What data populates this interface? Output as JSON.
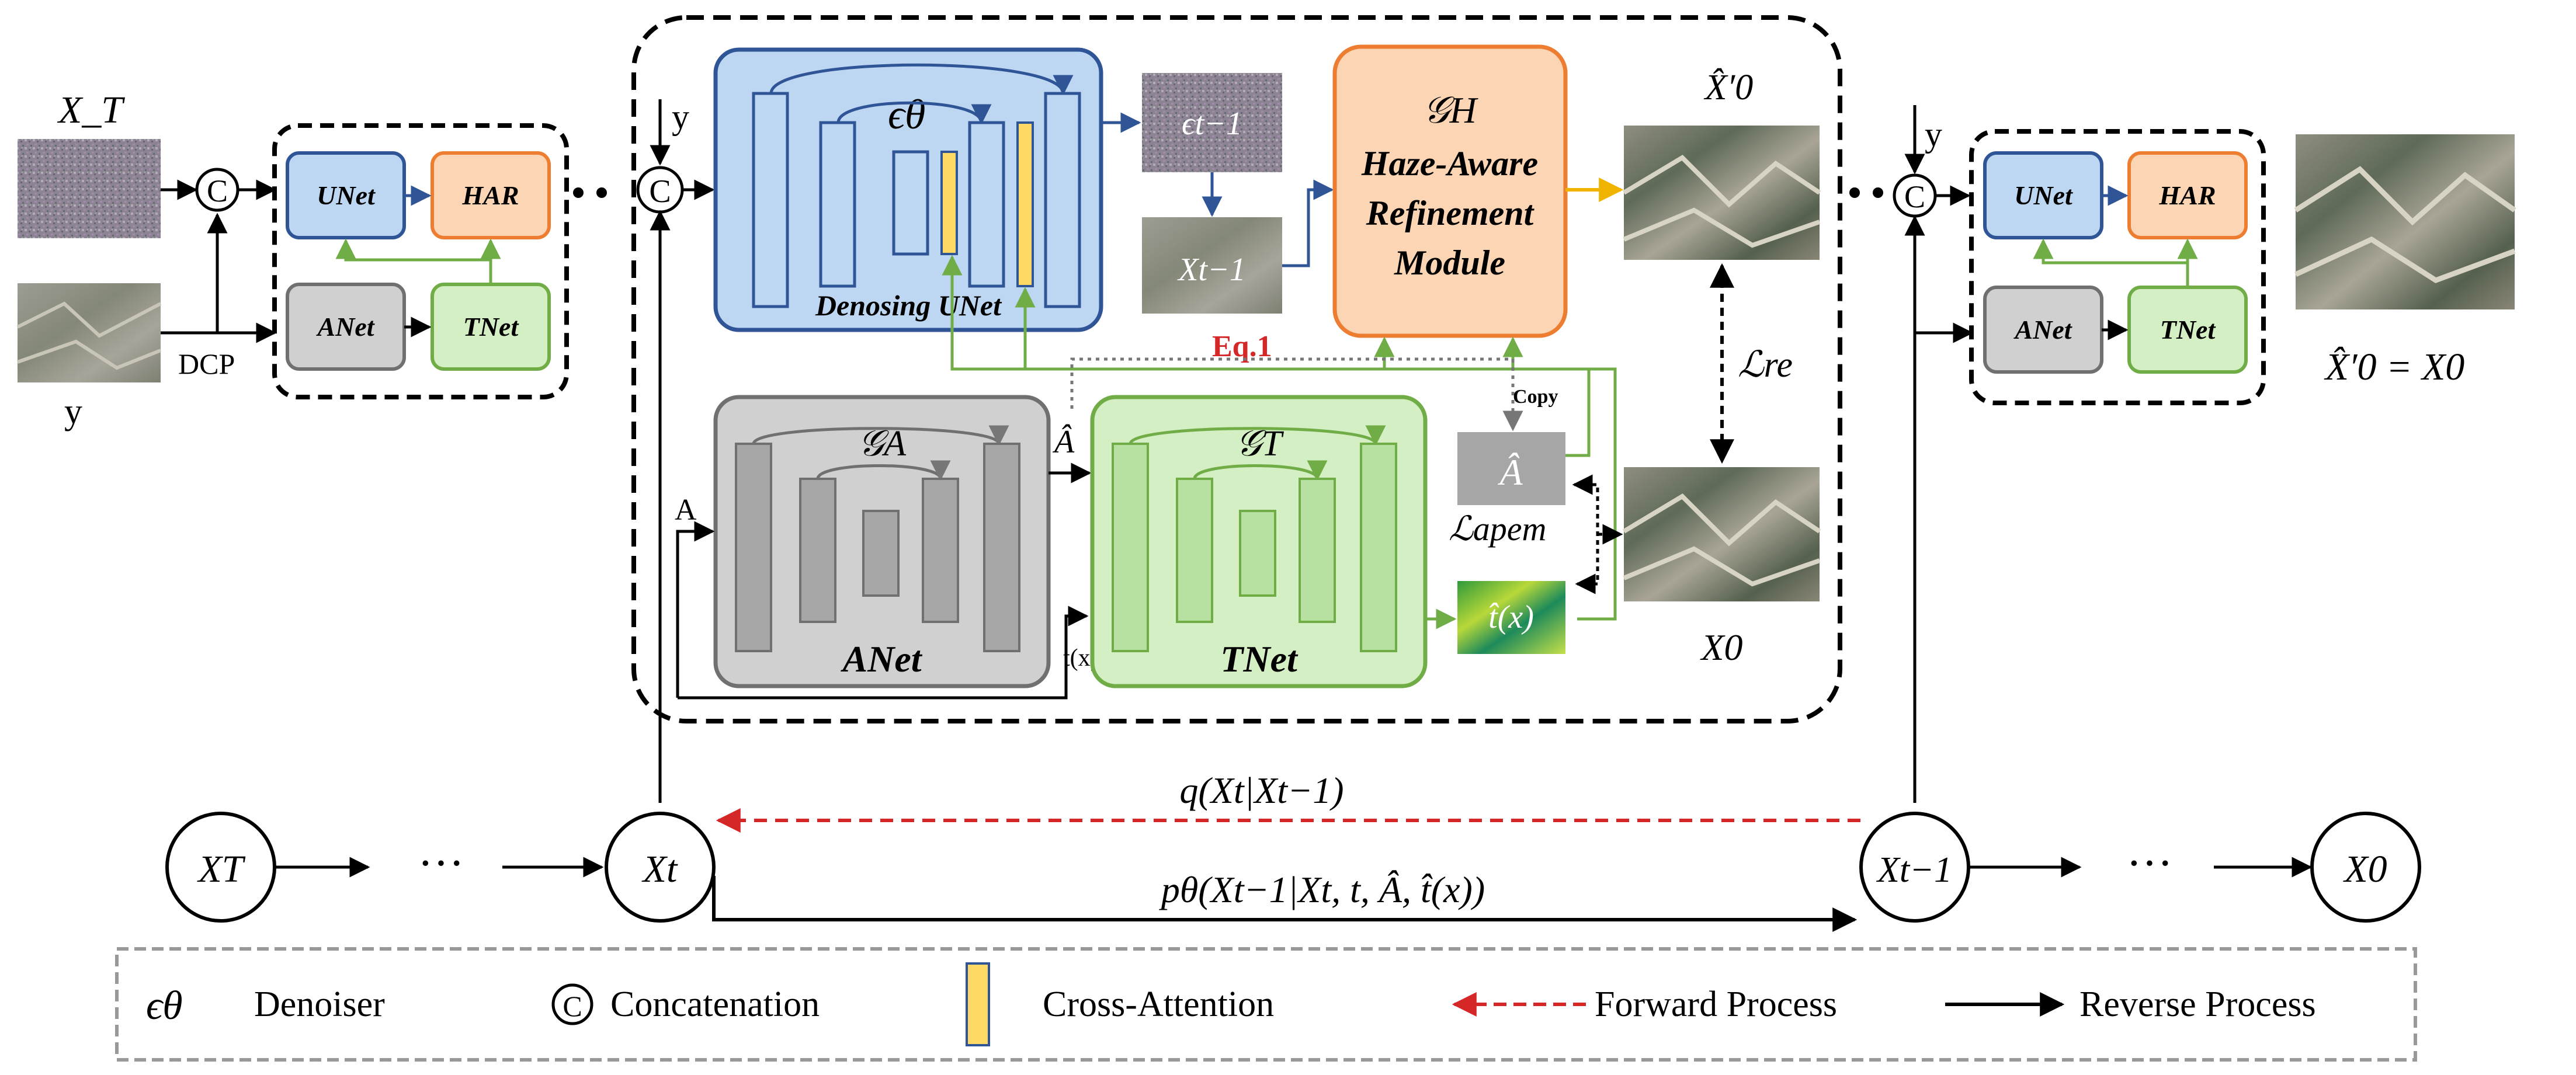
{
  "colors": {
    "blue_fill": "#bdd7f3",
    "blue_stroke": "#2f5597",
    "orange_fill": "#fcd5b4",
    "orange_stroke": "#ed7d31",
    "gray_fill": "#d0d0d0",
    "gray_block": "#a6a6a6",
    "gray_stroke": "#707070",
    "green_fill": "#d5efc4",
    "green_block": "#b7e1a1",
    "green_stroke": "#70ad47",
    "yellow": "#ffd966",
    "red": "#d62728",
    "haze_gray": "#9a9a9a",
    "noise": "#8a8090",
    "terrain": "#7b7a6e"
  },
  "left_panel": {
    "xt_label": "X_T",
    "y_label": "y",
    "dcp_label": "DCP",
    "concat_symbol": "C",
    "unet": "UNet",
    "har": "HAR",
    "anet": "ANet",
    "tnet": "TNet"
  },
  "main_panel": {
    "y_label": "y",
    "concat_symbol": "C",
    "epsilon_theta": "ϵθ",
    "denoising_unet": "Denosing UNet",
    "eps_tm1": "ϵt−1",
    "x_tm1": "Xt−1",
    "gh_symbol": "𝒢H",
    "har_line1": "Haze-Aware",
    "har_line2": "Refinement",
    "har_line3": "Module",
    "x0_hat": "X̂′0",
    "x0": "X0",
    "l_re": "ℒre",
    "eq1": "Eq.1",
    "copy": "Copy",
    "a_hat": "Â",
    "a_hat_box": "Â",
    "l_apem": "ℒapem",
    "t_hat": "t̂(x)",
    "ga_symbol": "𝒢A",
    "gt_symbol": "𝒢T",
    "anet": "ANet",
    "tnet": "TNet",
    "a_input": "A",
    "tx_input": "t(x)"
  },
  "right_panel": {
    "y_label": "y",
    "concat_symbol": "C",
    "unet": "UNet",
    "har": "HAR",
    "anet": "ANet",
    "tnet": "TNet",
    "result": "X̂′0 = X0"
  },
  "chain": {
    "xT": "XT",
    "dots1": "···",
    "xt": "Xt",
    "xtm1": "Xt−1",
    "dots2": "···",
    "x0": "X0",
    "forward_label": "q(Xt|Xt−1)",
    "reverse_label": "pθ(Xt−1|Xt, t, Â, t̂(x))"
  },
  "legend": {
    "denoiser_symbol": "ϵθ",
    "denoiser": "Denoiser",
    "concat_symbol": "C",
    "concatenation": "Concatenation",
    "cross_attention": "Cross-Attention",
    "forward": "Forward Process",
    "reverse": "Reverse Process"
  }
}
